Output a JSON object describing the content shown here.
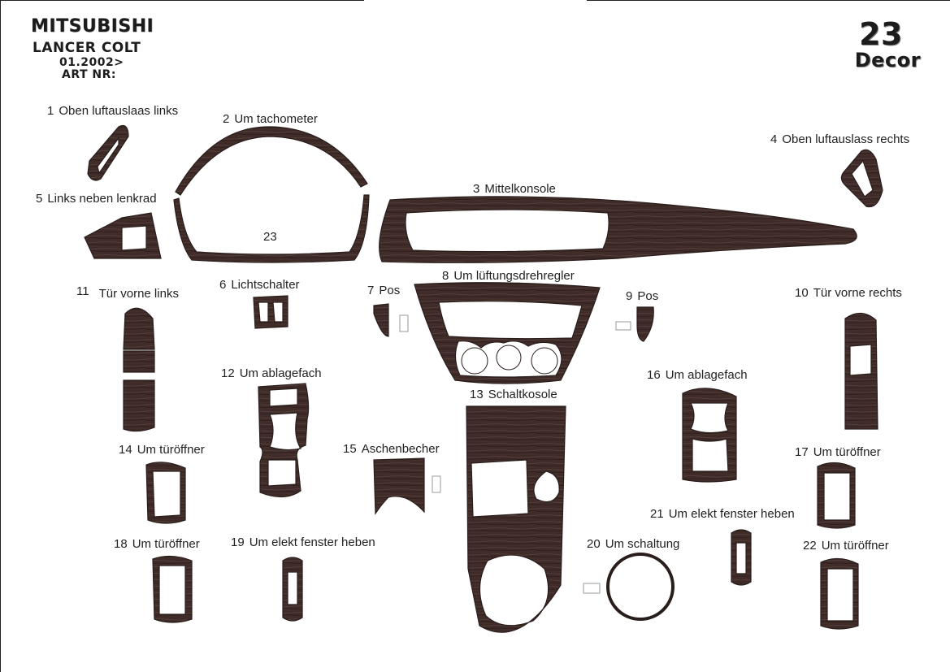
{
  "header": {
    "brand": "MITSUBISHI",
    "model": "LANCER COLT",
    "date": "01.2002>",
    "art_nr": "ART NR:",
    "kit_number": "23",
    "kit_name": "Decor"
  },
  "parts": [
    {
      "n": "1",
      "label": "Oben luftauslaas links"
    },
    {
      "n": "2",
      "label": "Um tachometer"
    },
    {
      "n": "3",
      "label": "Mittelkonsole"
    },
    {
      "n": "4",
      "label": "Oben luftauslass rechts"
    },
    {
      "n": "5",
      "label": "Links neben lenkrad"
    },
    {
      "n": "23",
      "label": ""
    },
    {
      "n": "6",
      "label": "Lichtschalter"
    },
    {
      "n": "7",
      "label": "Pos"
    },
    {
      "n": "8",
      "label": "Um lüftungsdrehregler"
    },
    {
      "n": "9",
      "label": "Pos"
    },
    {
      "n": "10",
      "label": "Tür vorne rechts"
    },
    {
      "n": "11",
      "label": "Tür vorne links"
    },
    {
      "n": "12",
      "label": "Um ablagefach"
    },
    {
      "n": "13",
      "label": "Schaltkosole"
    },
    {
      "n": "16",
      "label": "Um ablagefach"
    },
    {
      "n": "14",
      "label": "Um türöffner"
    },
    {
      "n": "15",
      "label": "Aschenbecher"
    },
    {
      "n": "17",
      "label": "Um türöffner"
    },
    {
      "n": "21",
      "label": "Um elekt fenster heben"
    },
    {
      "n": "18",
      "label": "Um türöffner"
    },
    {
      "n": "19",
      "label": "Um elekt fenster heben"
    },
    {
      "n": "20",
      "label": "Um schaltung"
    },
    {
      "n": "22",
      "label": "Um türöffner"
    }
  ],
  "colors": {
    "wood_dark": "#3b2724",
    "wood_mid": "#5a4440",
    "outline": "#2a1e1c"
  }
}
